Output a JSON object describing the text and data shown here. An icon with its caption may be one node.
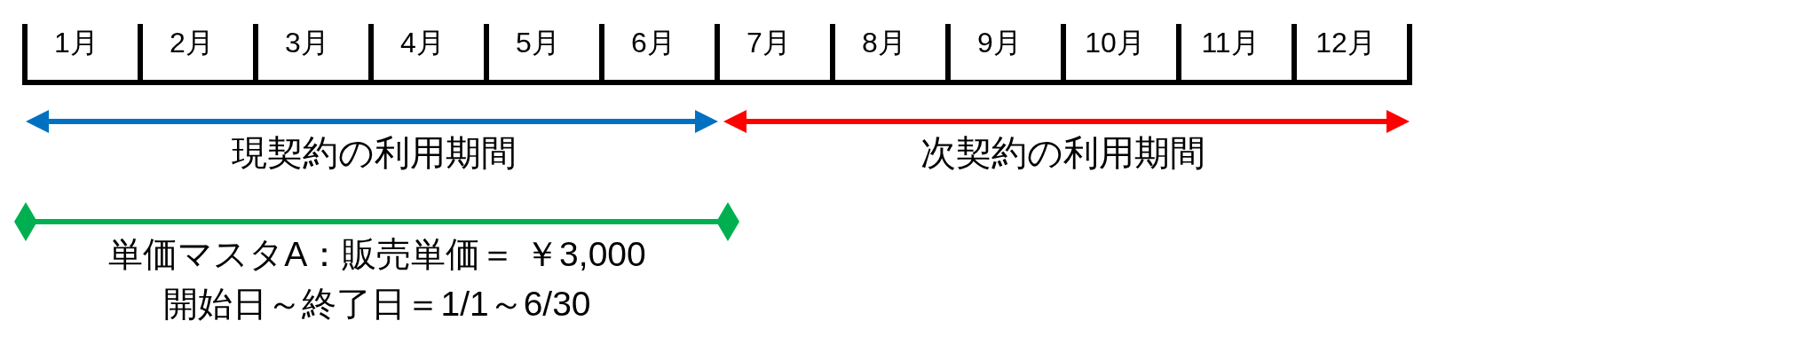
{
  "diagram": {
    "labels": [
      "1月",
      "2月",
      "3月",
      "4月",
      "5月",
      "6月",
      "7月",
      "8月",
      "9月",
      "10月",
      "11月",
      "12月",
      "現契約の利用期間",
      "次契約の利用期間",
      "単価マスタA：販売単価＝ ￥3,000",
      "開始日～終了日＝1/1～6/30"
    ]
  }
}
